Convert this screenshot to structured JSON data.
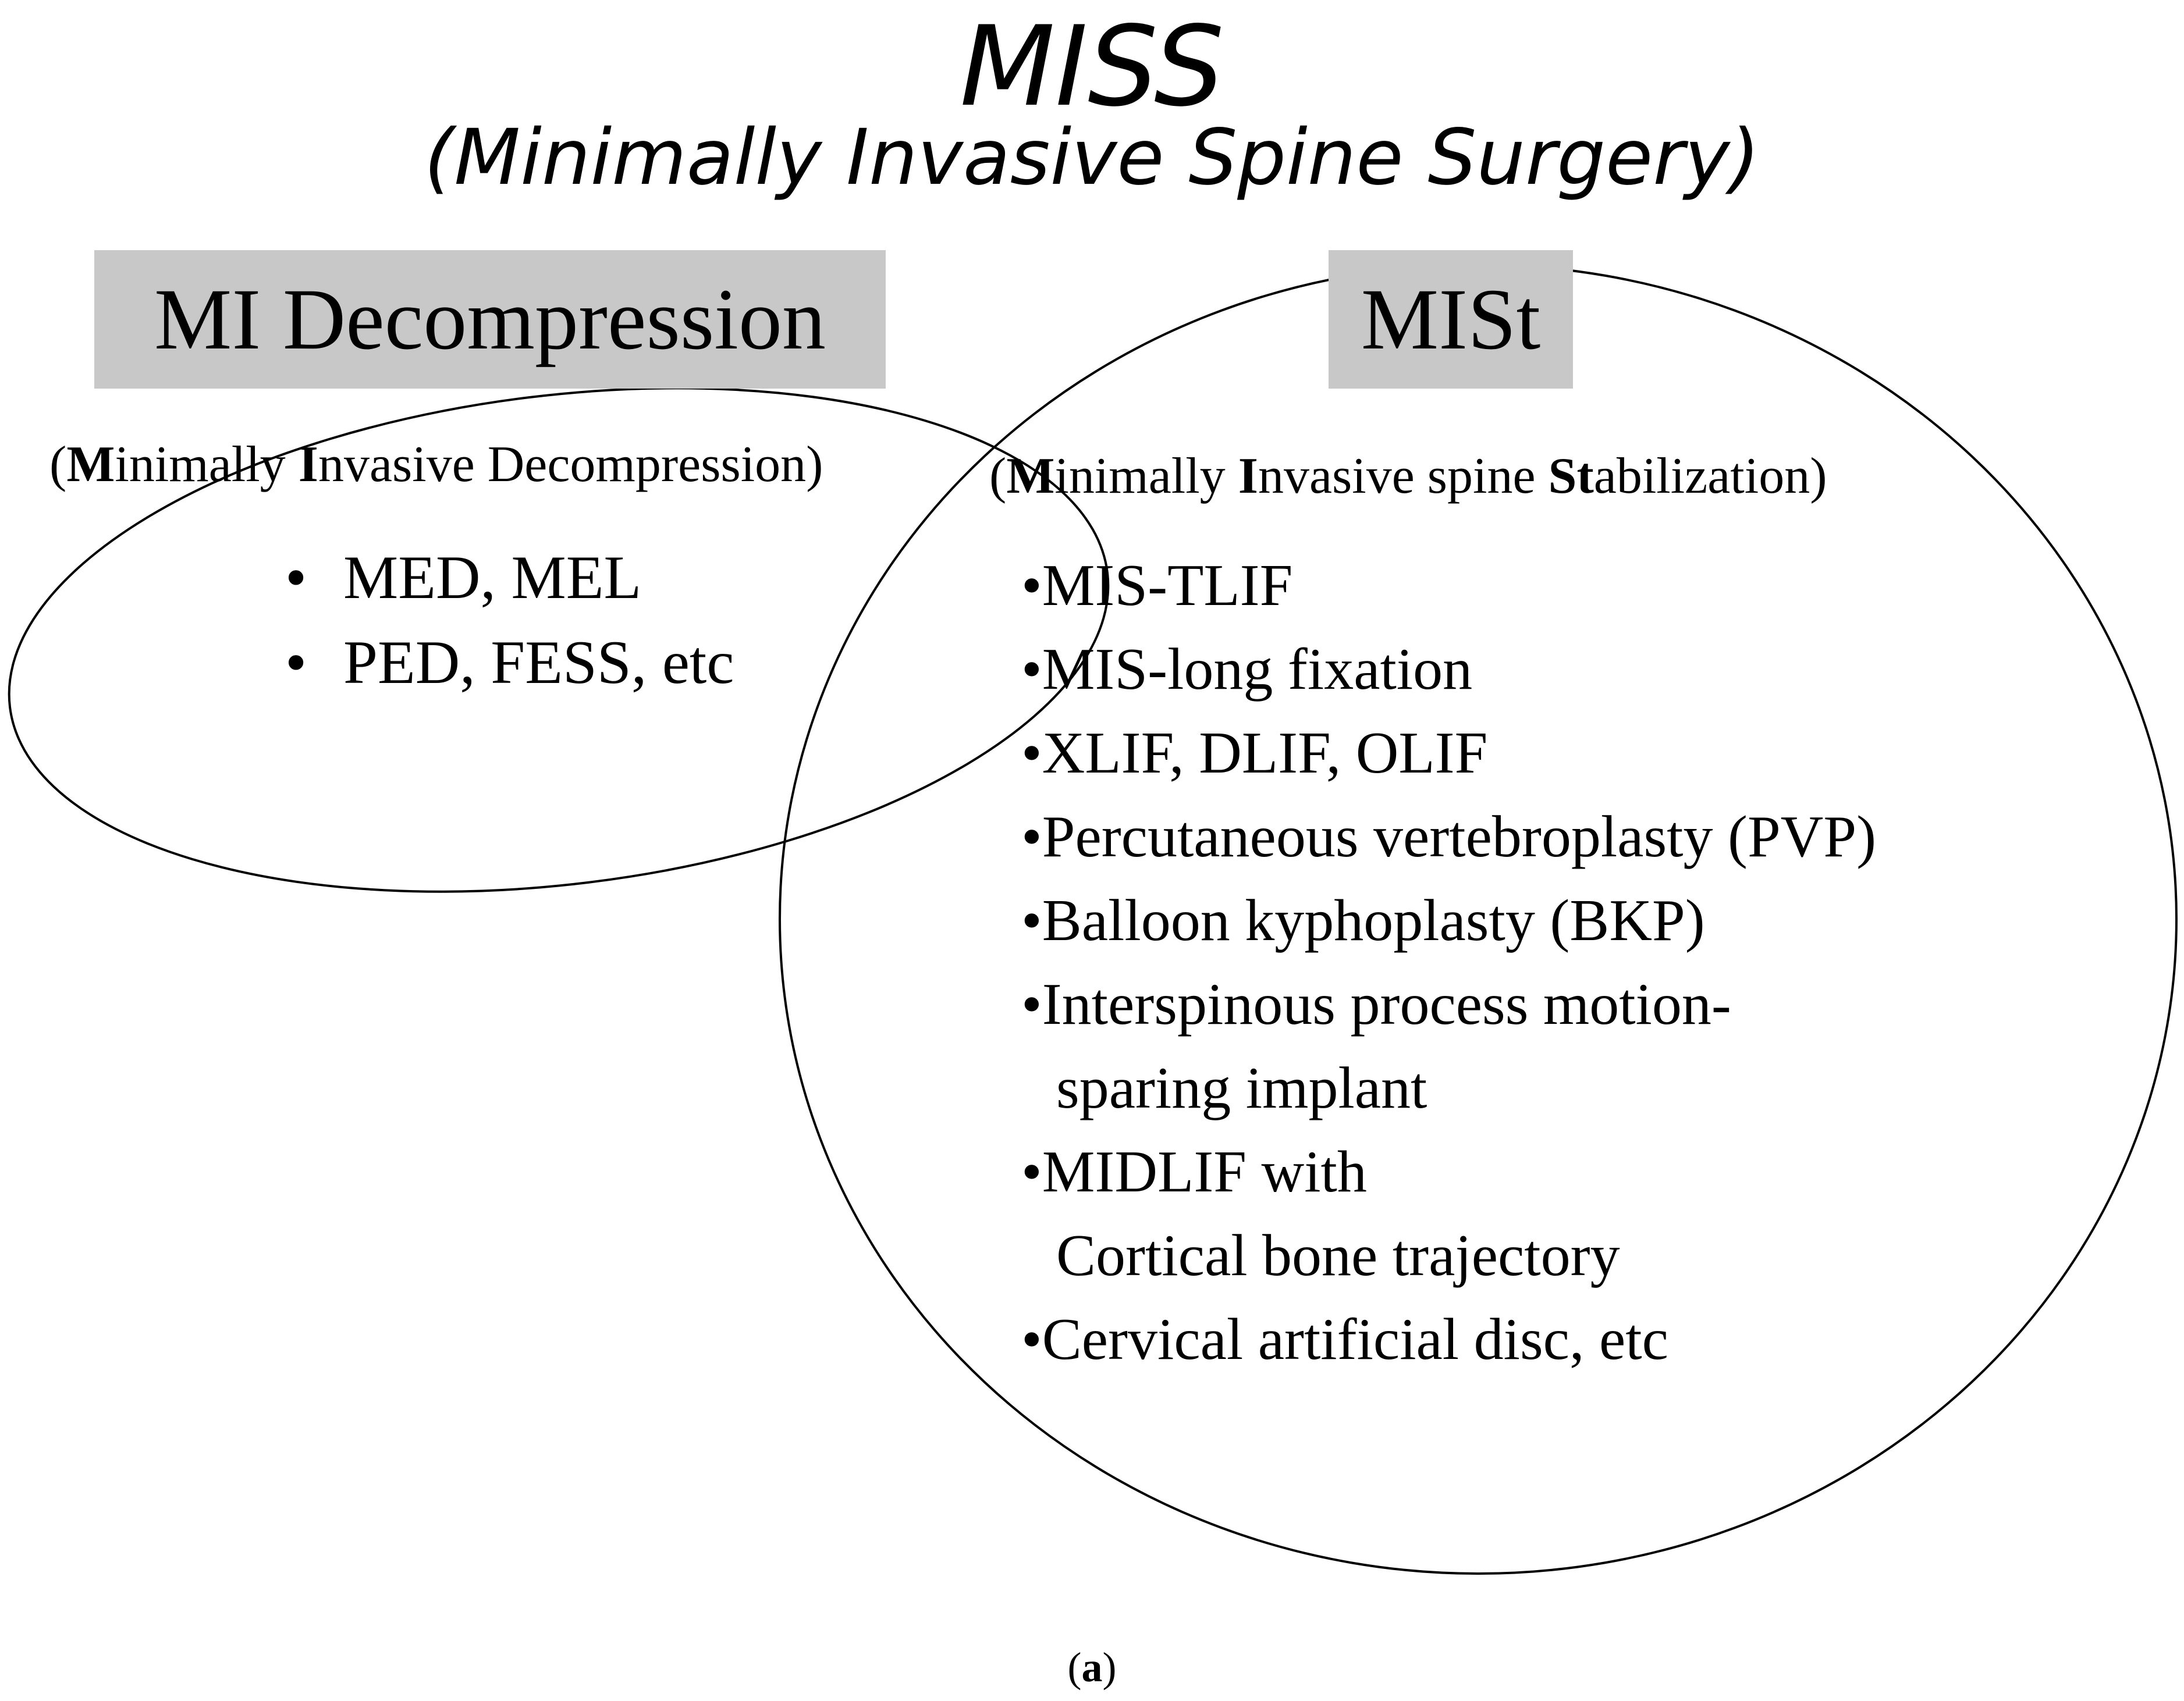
{
  "title": {
    "main": "MISS",
    "sub": "(Minimally Invasive Spine Surgery)"
  },
  "left_set": {
    "header": "MI Decompression",
    "subtitle_parts": [
      {
        "text": "(",
        "bold": false
      },
      {
        "text": "M",
        "bold": true
      },
      {
        "text": "inimally ",
        "bold": false
      },
      {
        "text": "I",
        "bold": true
      },
      {
        "text": "nvasive Decompression)",
        "bold": false
      }
    ],
    "items": [
      "MED, MEL",
      "PED, FESS, etc"
    ]
  },
  "right_set": {
    "header": "MISt",
    "subtitle_parts": [
      {
        "text": "(",
        "bold": false
      },
      {
        "text": "M",
        "bold": true
      },
      {
        "text": "inimally ",
        "bold": false
      },
      {
        "text": "I",
        "bold": true
      },
      {
        "text": "nvasive spine ",
        "bold": false
      },
      {
        "text": "St",
        "bold": true
      },
      {
        "text": "abilization)",
        "bold": false
      }
    ],
    "items": [
      {
        "line1": "•MIS-TLIF",
        "line2": ""
      },
      {
        "line1": "•MIS-long fixation",
        "line2": ""
      },
      {
        "line1": "•XLIF, DLIF, OLIF",
        "line2": ""
      },
      {
        "line1": "•Percutaneous vertebroplasty (PVP)",
        "line2": ""
      },
      {
        "line1": "•Balloon kyphoplasty (BKP)",
        "line2": ""
      },
      {
        "line1": "•Interspinous process motion-",
        "line2": "sparing implant"
      },
      {
        "line1": "•MIDLIF with",
        "line2": "Cortical bone trajectory"
      },
      {
        "line1": "•Cervical artificial disc, etc",
        "line2": ""
      }
    ]
  },
  "panel_label": {
    "open": "(",
    "letter": "a",
    "close": ")"
  },
  "colors": {
    "header_fill": "#c8c8c8",
    "stroke": "#000000",
    "background": "#ffffff"
  }
}
